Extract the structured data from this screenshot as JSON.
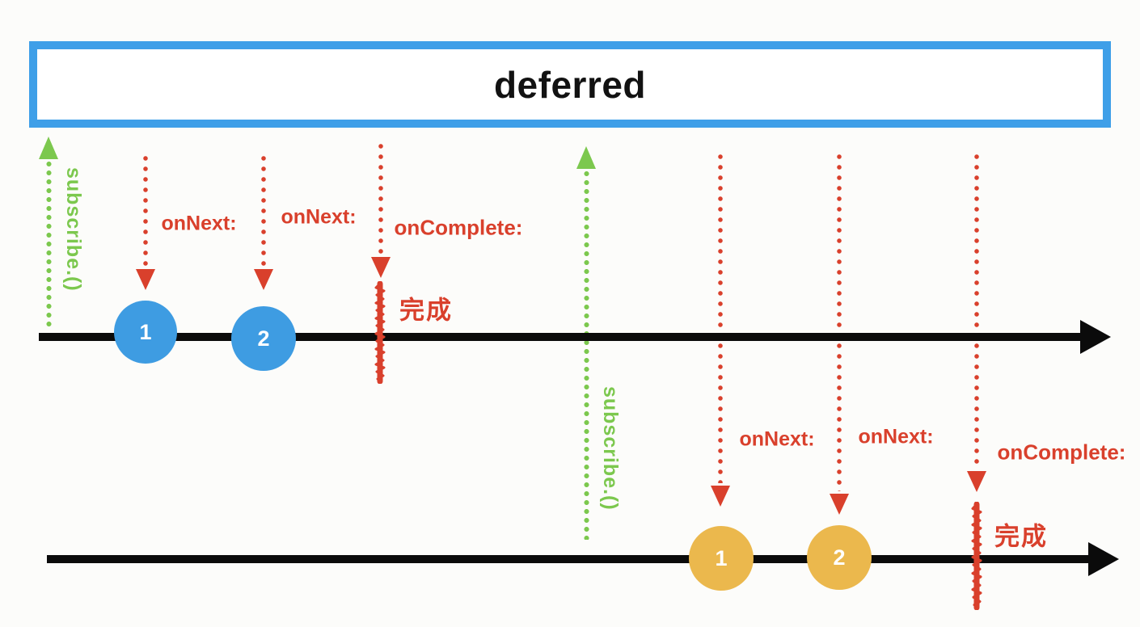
{
  "title": "deferred",
  "colors": {
    "box_blue": "#3e9fe8",
    "marble_blue": "#3e9ce2",
    "marble_orange": "#ebb84d",
    "subscribe_green": "#7cc84e",
    "event_red": "#d9402c",
    "timeline_black": "#0b0b0b"
  },
  "sequences": [
    {
      "subscribe_label": "subscribe.()",
      "event_labels": [
        "onNext:",
        "onNext:",
        "onComplete:"
      ],
      "marbles": [
        "1",
        "2"
      ],
      "complete_label": "完成"
    },
    {
      "subscribe_label": "subscribe.()",
      "event_labels": [
        "onNext:",
        "onNext:",
        "onComplete:"
      ],
      "marbles": [
        "1",
        "2"
      ],
      "complete_label": "完成"
    }
  ]
}
